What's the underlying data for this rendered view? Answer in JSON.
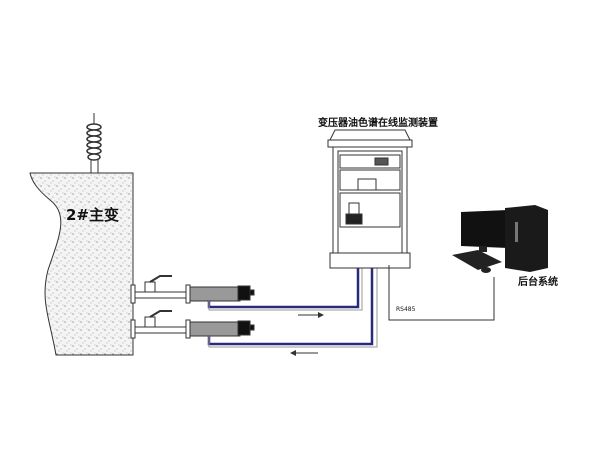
{
  "labels": {
    "transformer": "2#主变",
    "device_title": "变压器油色谱在线监测装置",
    "backend": "后台系统",
    "protocol": "RS485"
  },
  "colors": {
    "pipe": "#2a2a7a",
    "line": "#333333"
  },
  "flow": {
    "upper_arrow": "right",
    "lower_arrow": "left"
  }
}
